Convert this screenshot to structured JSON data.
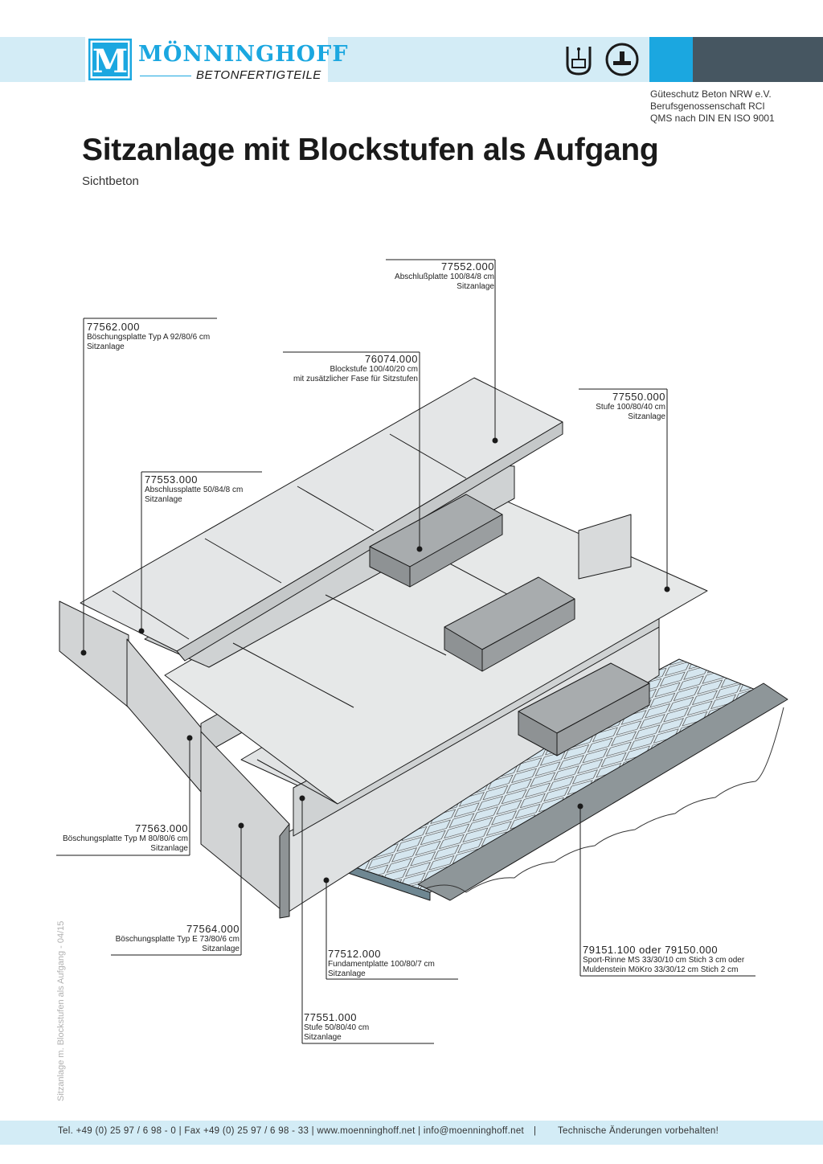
{
  "header": {
    "brand": "MÖNNINGHOFF",
    "brand_sub": "BETONFERTIGTEILE",
    "logo_letter": "M",
    "certifications": [
      "Güteschutz Beton NRW e.V.",
      "Berufsgenossenschaft RCI",
      "QMS nach DIN EN ISO 9001"
    ],
    "icons": [
      "quality-seal-icon",
      "bg-rci-icon"
    ],
    "colors": {
      "accent": "#1ba7e0",
      "light": "#d3ecf6",
      "dark": "#465661"
    }
  },
  "title": "Sitzanlage mit Blockstufen als Aufgang",
  "subtitle": "Sichtbeton",
  "labels": [
    {
      "number": "77552.000",
      "line1": "Abschlußplatte 100/84/8 cm",
      "line2": "Sitzanlage"
    },
    {
      "number": "77562.000",
      "line1": "Böschungsplatte Typ A 92/80/6 cm",
      "line2": "Sitzanlage"
    },
    {
      "number": "76074.000",
      "line1": "Blockstufe 100/40/20 cm",
      "line2": "mit zusätzlicher Fase für Sitzstufen"
    },
    {
      "number": "77550.000",
      "line1": "Stufe 100/80/40 cm",
      "line2": "Sitzanlage"
    },
    {
      "number": "77553.000",
      "line1": "Abschlussplatte 50/84/8 cm",
      "line2": "Sitzanlage"
    },
    {
      "number": "77563.000",
      "line1": "Böschungsplatte Typ M 80/80/6 cm",
      "line2": "Sitzanlage"
    },
    {
      "number": "77564.000",
      "line1": "Böschungsplatte Typ E 73/80/6 cm",
      "line2": "Sitzanlage"
    },
    {
      "number": "77512.000",
      "line1": "Fundamentplatte 100/80/7 cm",
      "line2": "Sitzanlage"
    },
    {
      "number": "79151.100 oder 79150.000",
      "line1": "Sport-Rinne MS 33/30/10 cm Stich 3 cm oder",
      "line2": "Muldenstein MöKro 33/30/12 cm Stich 2 cm"
    },
    {
      "number": "77551.000",
      "line1": "Stufe 50/80/40 cm",
      "line2": "Sitzanlage"
    }
  ],
  "side_text": "Sitzanlage m. Blockstufen als Aufgang - 04/15",
  "footer": {
    "contact": "Tel. +49 (0) 25 97 / 6 98 - 0 | Fax +49 (0) 25 97 / 6 98 - 33 | www.moenninghoff.net | info@moenninghoff.net",
    "separator": "|",
    "note": "Technische Änderungen vorbehalten!"
  }
}
